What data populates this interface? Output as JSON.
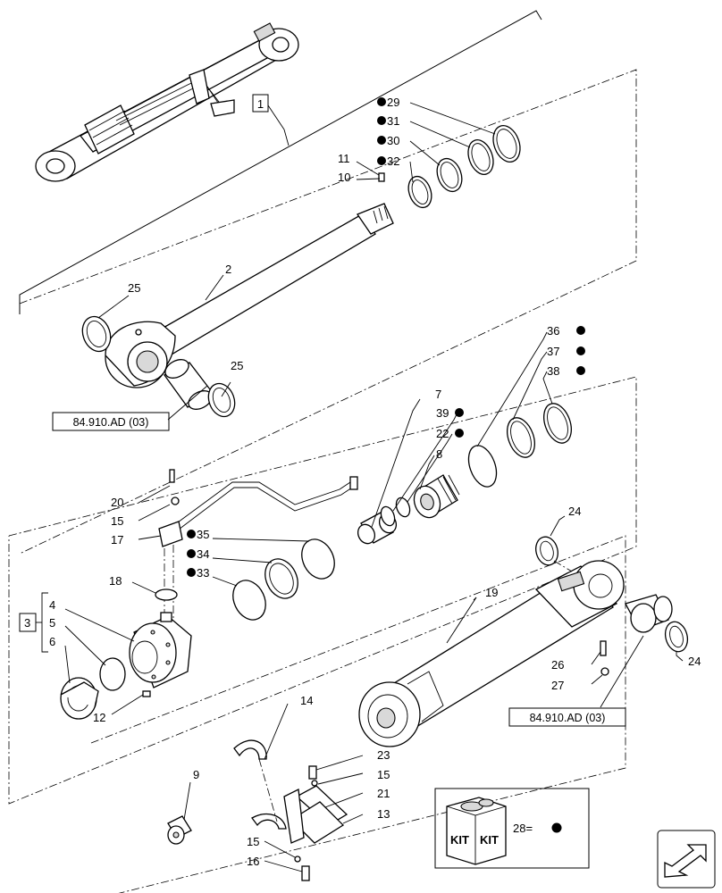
{
  "callouts": {
    "n1": "1",
    "n2": "2",
    "n3": "3",
    "n4": "4",
    "n5": "5",
    "n6": "6",
    "n7": "7",
    "n8": "8",
    "n9": "9",
    "n10": "10",
    "n11": "11",
    "n12": "12",
    "n13": "13",
    "n14": "14",
    "n15a": "15",
    "n15b": "15",
    "n15c": "15",
    "n16": "16",
    "n17": "17",
    "n18": "18",
    "n19": "19",
    "n20": "20",
    "n21": "21",
    "n22": "22",
    "n23": "23",
    "n24a": "24",
    "n24b": "24",
    "n25a": "25",
    "n25b": "25",
    "n26": "26",
    "n27": "27",
    "n28": "28=",
    "n29": "29",
    "n30": "30",
    "n31": "31",
    "n32": "32",
    "n33": "33",
    "n34": "34",
    "n35": "35",
    "n36": "36",
    "n37": "37",
    "n38": "38",
    "n39": "39"
  },
  "references": {
    "ref_top": "84.910.AD (03)",
    "ref_right": "84.910.AD (03)"
  },
  "kit_legend": {
    "kit_label_1": "KIT",
    "kit_label_2": "KIT",
    "kit_item": "28=",
    "kit_symbol": "filled-dot"
  },
  "nav": {
    "icon": "next-page-arrow-icon"
  },
  "colors": {
    "line": "#000000",
    "background": "#ffffff",
    "shading": "#d9d9d9"
  }
}
